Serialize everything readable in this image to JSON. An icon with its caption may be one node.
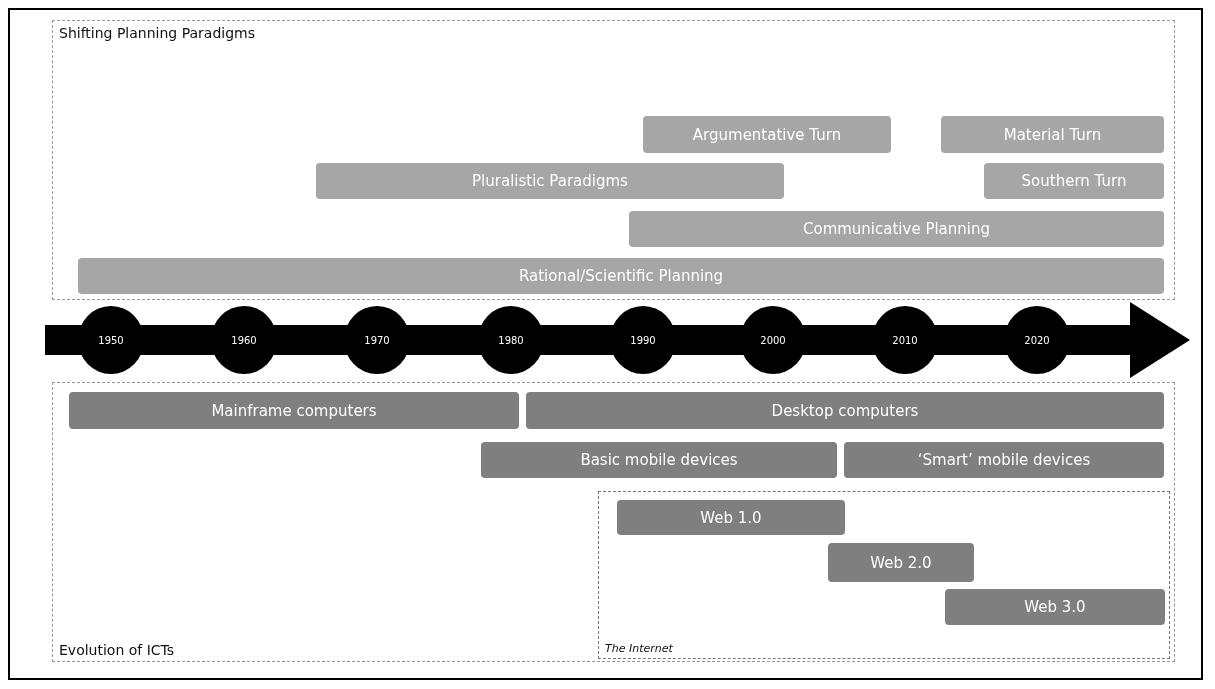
{
  "diagram": {
    "nodes": [
      {
        "text": [
          "Shifting Planning Paradigms"
        ]
      },
      {
        "text": [
          "Argumentative Turn"
        ],
        "in": 0
      },
      {
        "text": [
          "Material Turn"
        ],
        "in": 0
      },
      {
        "text": [
          "Pluralistic Paradigms"
        ],
        "in": 0
      },
      {
        "text": [
          "Southern Turn"
        ],
        "in": 0
      },
      {
        "text": [
          "Communicative Planning"
        ],
        "in": 0
      },
      {
        "text": [
          "Rational/Scientific Planning"
        ],
        "in": 0
      },
      {
        "text": [
          "1950"
        ]
      },
      {
        "text": [
          "1960"
        ]
      },
      {
        "text": [
          "1970"
        ]
      },
      {
        "text": [
          "1980"
        ]
      },
      {
        "text": [
          "1990"
        ]
      },
      {
        "text": [
          "2000"
        ]
      },
      {
        "text": [
          "2010"
        ]
      },
      {
        "text": [
          "2020"
        ]
      },
      {
        "text": [
          "Evolution of ICTs"
        ]
      },
      {
        "text": [
          "Mainframe computers"
        ],
        "in": 15
      },
      {
        "text": [
          "Desktop computers"
        ],
        "in": 15
      },
      {
        "text": [
          "Basic mobile devices"
        ],
        "in": 15
      },
      {
        "text": [
          "‘Smart’ mobile devices"
        ],
        "in": 15
      },
      {
        "text": [
          "The Internet"
        ],
        "in": 15
      },
      {
        "text": [
          "Web 1.0"
        ],
        "in": 20
      },
      {
        "text": [
          "Web 2.0"
        ],
        "in": 20
      },
      {
        "text": [
          "Web 3.0"
        ],
        "in": 20
      }
    ]
  }
}
